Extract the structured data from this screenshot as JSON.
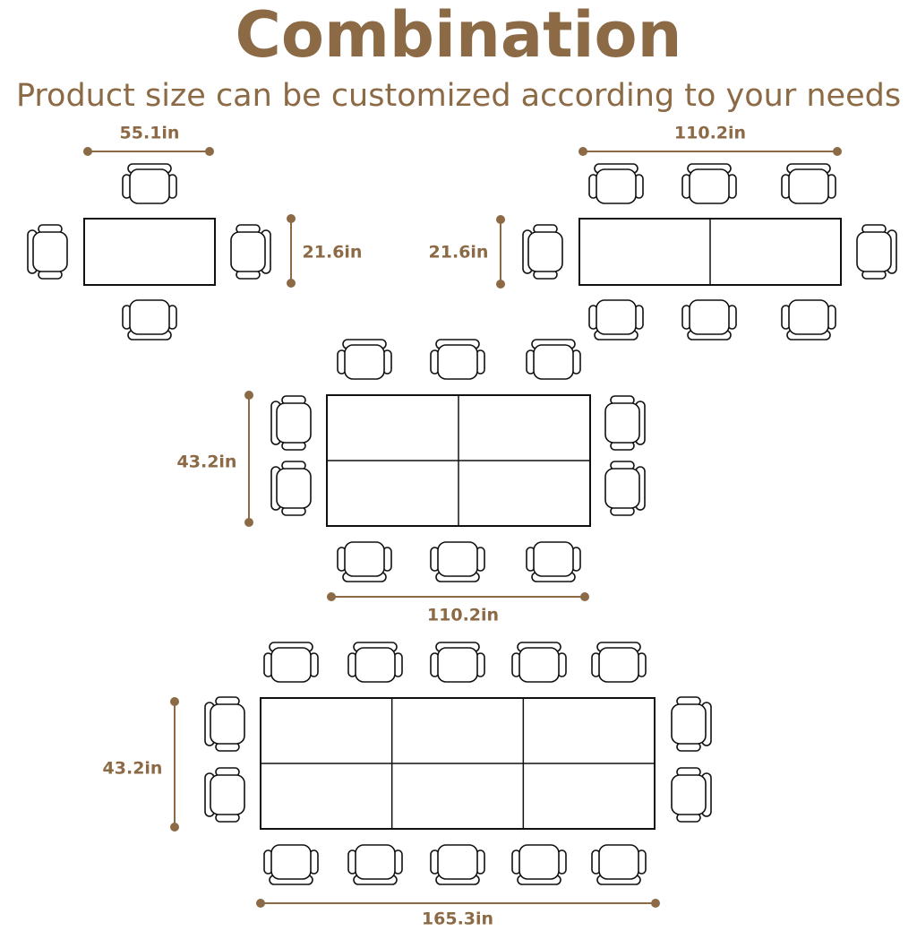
{
  "header": {
    "title": "Combination",
    "subtitle": "Product size can be customized according to your needs"
  },
  "colors": {
    "accent": "#8b6a45",
    "line": "#111111"
  },
  "layouts": [
    {
      "name": "one-table",
      "seats": 4,
      "width_label": "55.1in",
      "depth_label": "21.6in"
    },
    {
      "name": "two-tables",
      "seats": 8,
      "width_label": "110.2in",
      "depth_label": "21.6in"
    },
    {
      "name": "four-tables",
      "seats": 10,
      "width_label": "110.2in",
      "depth_label": "43.2in"
    },
    {
      "name": "six-tables",
      "seats": 14,
      "width_label": "165.3in",
      "depth_label": "43.2in"
    }
  ]
}
